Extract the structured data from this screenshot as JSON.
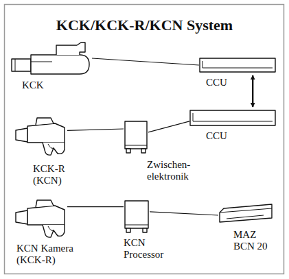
{
  "diagram": {
    "title": "KCK/KCK-R/KCN System",
    "nodes": [
      {
        "text": [
          "KCK"
        ]
      },
      {
        "text": [
          "CCU"
        ]
      },
      {
        "text": [
          "KCK-R (KCN)"
        ]
      },
      {
        "text": [
          "Zwischen- elektronik"
        ]
      },
      {
        "text": [
          "CCU"
        ]
      },
      {
        "text": [
          "KCN Kamera (KCK-R)"
        ]
      },
      {
        "text": [
          "KCN Processor"
        ]
      },
      {
        "text": [
          "MAZ BCN 20"
        ]
      }
    ],
    "edges": [
      {
        "from": 0,
        "to": 1,
        "arrow": "none"
      },
      {
        "from": 1,
        "to": 4,
        "arrow": "both"
      },
      {
        "from": 2,
        "to": 3,
        "arrow": "none"
      },
      {
        "from": 3,
        "to": 4,
        "arrow": "none"
      },
      {
        "from": 5,
        "to": 6,
        "arrow": "none"
      },
      {
        "from": 6,
        "to": 7,
        "arrow": "none"
      }
    ]
  }
}
